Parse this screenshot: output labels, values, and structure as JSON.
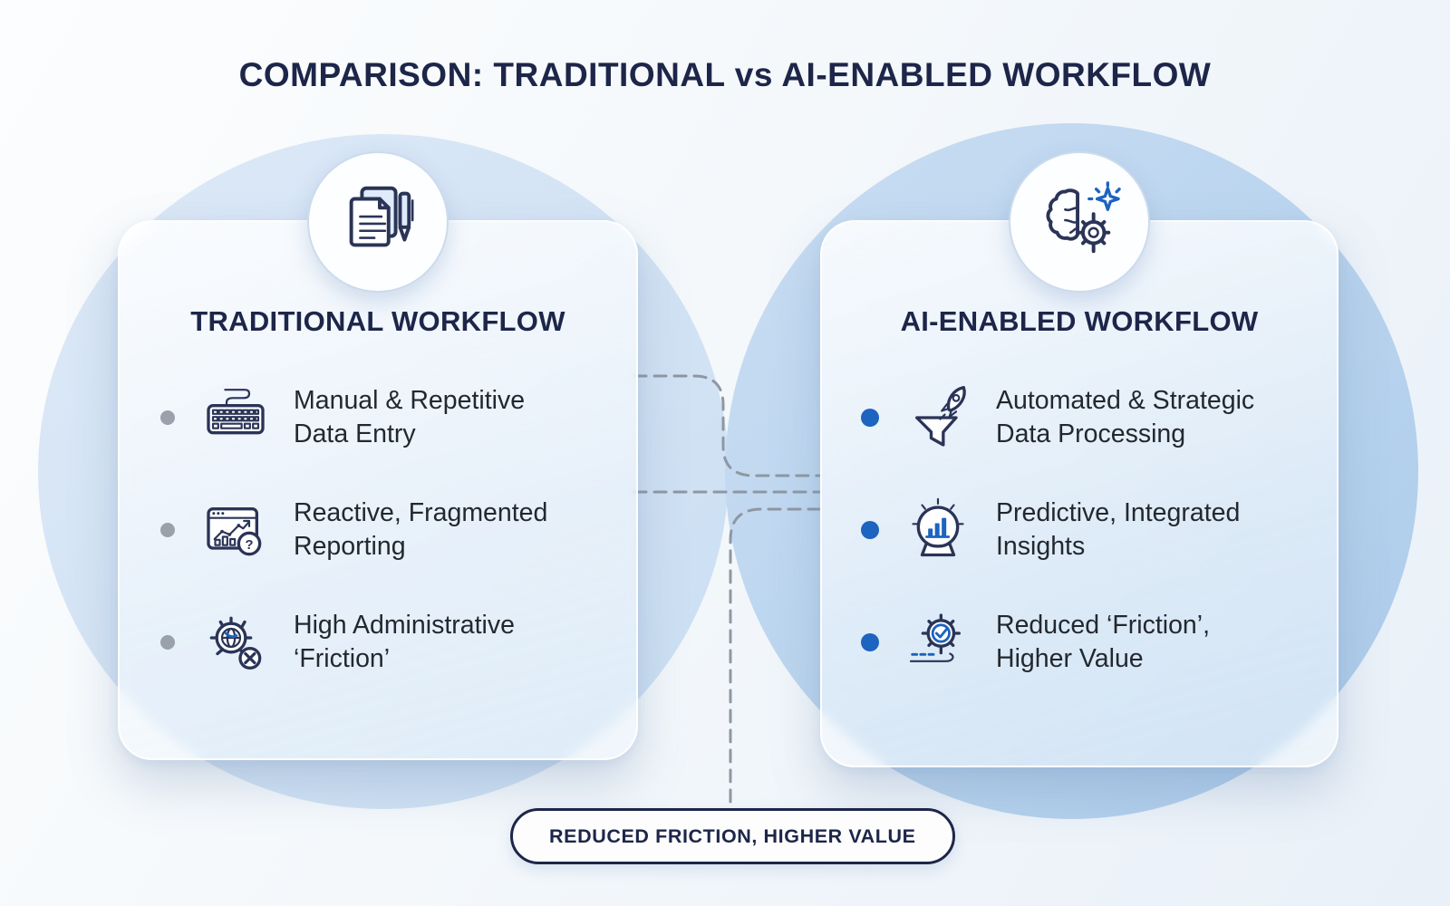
{
  "title": "COMPARISON: TRADITIONAL vs AI-ENABLED WORKFLOW",
  "colors": {
    "navy": "#1d2649",
    "text": "#23282f",
    "accent": "#1d63c0",
    "bullet_gray": "#9aa1ab",
    "dash_line": "#8e97a3",
    "icon_navy": "#2a3457",
    "circle_left": "#cadef2",
    "circle_right": "#abcbea"
  },
  "cards": {
    "traditional": {
      "header": "TRADITIONAL WORKFLOW",
      "badge_icon": "documents-pen-icon",
      "items": [
        {
          "icon": "keyboard-icon",
          "line1": "Manual & Repetitive",
          "line2": "Data Entry"
        },
        {
          "icon": "report-question-icon",
          "line1": "Reactive, Fragmented",
          "line2": "Reporting"
        },
        {
          "icon": "gear-globe-x-icon",
          "line1": "High Administrative",
          "line2": "‘Friction’"
        }
      ]
    },
    "ai": {
      "header": "AI-ENABLED WORKFLOW",
      "badge_icon": "brain-gear-sparkle-icon",
      "items": [
        {
          "icon": "rocket-funnel-icon",
          "line1": "Automated & Strategic",
          "line2": "Data Processing"
        },
        {
          "icon": "crystal-ball-chart-icon",
          "line1": "Predictive, Integrated",
          "line2": "Insights"
        },
        {
          "icon": "gear-check-road-icon",
          "line1": "Reduced ‘Friction’,",
          "line2": "Higher Value"
        }
      ]
    }
  },
  "footer_pill": {
    "label": "REDUCED FRICTION, HIGHER VALUE"
  }
}
